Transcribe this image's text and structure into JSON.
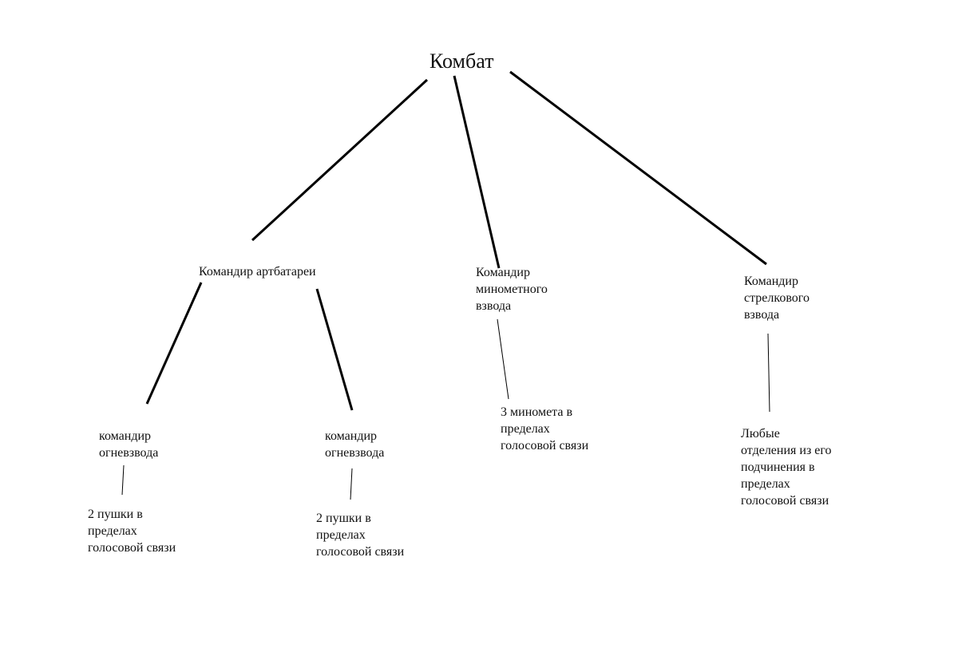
{
  "diagram": {
    "root": {
      "id": "kombat",
      "label": "Комбат"
    },
    "nodes": [
      {
        "id": "art",
        "label": "Командир артбатареи"
      },
      {
        "id": "min",
        "label": "Командир\nминометного\nвзвода"
      },
      {
        "id": "str",
        "label": "Командир\nстрелкового\nвзвода"
      },
      {
        "id": "ogn1",
        "label": "командир\nогневзвода"
      },
      {
        "id": "ogn2",
        "label": "командир\nогневзвода"
      },
      {
        "id": "p1",
        "label": "2 пушки в\nпределах\nголосовой связи"
      },
      {
        "id": "p2",
        "label": "2 пушки в\nпределах\nголосовой связи"
      },
      {
        "id": "m3",
        "label": "3 миномета в\nпределах\nголосовой связи"
      },
      {
        "id": "otd",
        "label": "Любые\nотделения из его\nподчинения в\nпределах\nголосовой связи"
      }
    ],
    "edges": [
      {
        "from": "kombat",
        "to": "art"
      },
      {
        "from": "kombat",
        "to": "min"
      },
      {
        "from": "kombat",
        "to": "str"
      },
      {
        "from": "art",
        "to": "ogn1"
      },
      {
        "from": "art",
        "to": "ogn2"
      },
      {
        "from": "ogn1",
        "to": "p1"
      },
      {
        "from": "ogn2",
        "to": "p2"
      },
      {
        "from": "min",
        "to": "m3"
      },
      {
        "from": "str",
        "to": "otd"
      }
    ],
    "line_color": "#000000"
  }
}
